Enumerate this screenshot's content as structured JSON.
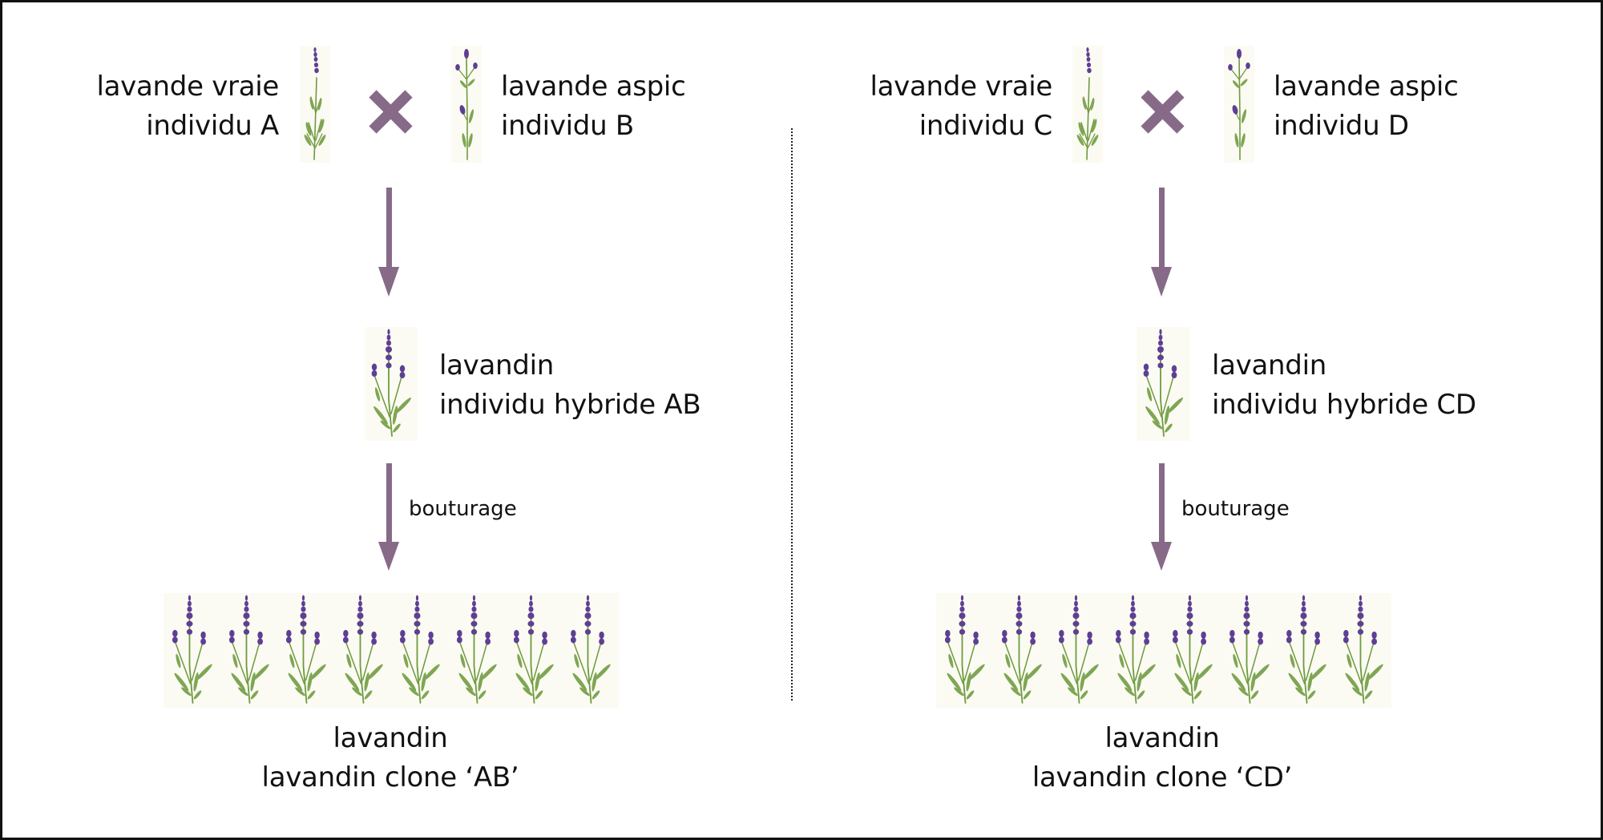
{
  "colors": {
    "accent": "#866a87",
    "flower": "#5e3f93",
    "stem": "#6f9a3e",
    "card_bg": "#fbfbf3",
    "text": "#111111"
  },
  "left": {
    "parent1": {
      "line1": "lavande vraie",
      "line2": "individu A",
      "icon": "true-lavender-plant-icon"
    },
    "cross_icon": "cross-icon",
    "parent2": {
      "line1": "lavande aspic",
      "line2": "individu B",
      "icon": "spike-lavender-plant-icon"
    },
    "hybrid": {
      "line1": "lavandin",
      "line2": "individu hybride AB",
      "icon": "lavandin-plant-icon"
    },
    "process_label": "bouturage",
    "clone_count": 8,
    "clones": {
      "line1": "lavandin",
      "line2": "lavandin clone ‘AB’"
    }
  },
  "right": {
    "parent1": {
      "line1": "lavande vraie",
      "line2": "individu C",
      "icon": "true-lavender-plant-icon"
    },
    "cross_icon": "cross-icon",
    "parent2": {
      "line1": "lavande aspic",
      "line2": "individu D",
      "icon": "spike-lavender-plant-icon"
    },
    "hybrid": {
      "line1": "lavandin",
      "line2": "individu hybride CD",
      "icon": "lavandin-plant-icon"
    },
    "process_label": "bouturage",
    "clone_count": 8,
    "clones": {
      "line1": "lavandin",
      "line2": "lavandin clone ‘CD’"
    }
  }
}
